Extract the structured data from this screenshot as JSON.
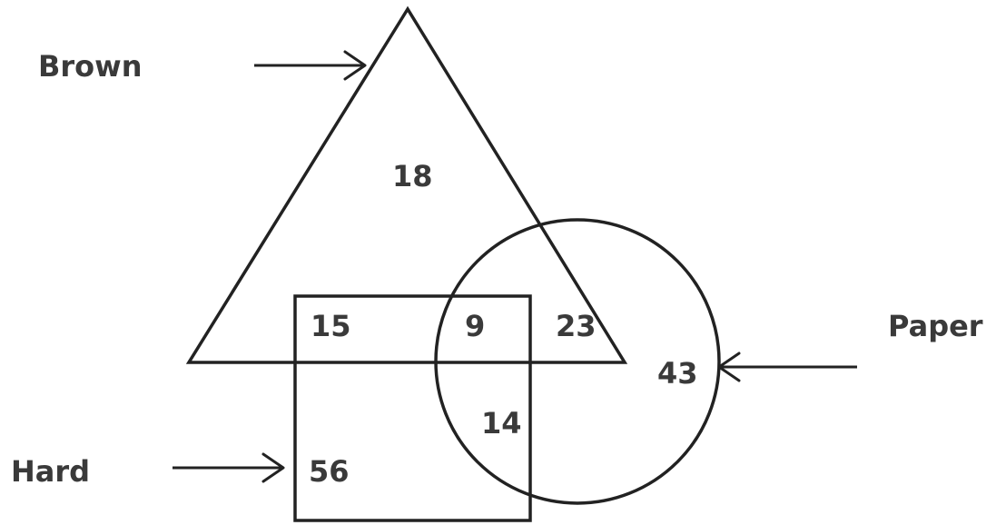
{
  "colors": {
    "stroke": "#222222",
    "text": "#3a3a3a",
    "background": "#ffffff"
  },
  "sets": {
    "brown": {
      "label": "Brown",
      "shape": "triangle"
    },
    "paper": {
      "label": "Paper",
      "shape": "circle"
    },
    "hard": {
      "label": "Hard",
      "shape": "square"
    }
  },
  "regions": {
    "brown_only": "18",
    "brown_hard": "15",
    "brown_hard_paper": "9",
    "brown_paper": "23",
    "paper_only": "43",
    "hard_paper": "14",
    "hard_only": "56"
  }
}
